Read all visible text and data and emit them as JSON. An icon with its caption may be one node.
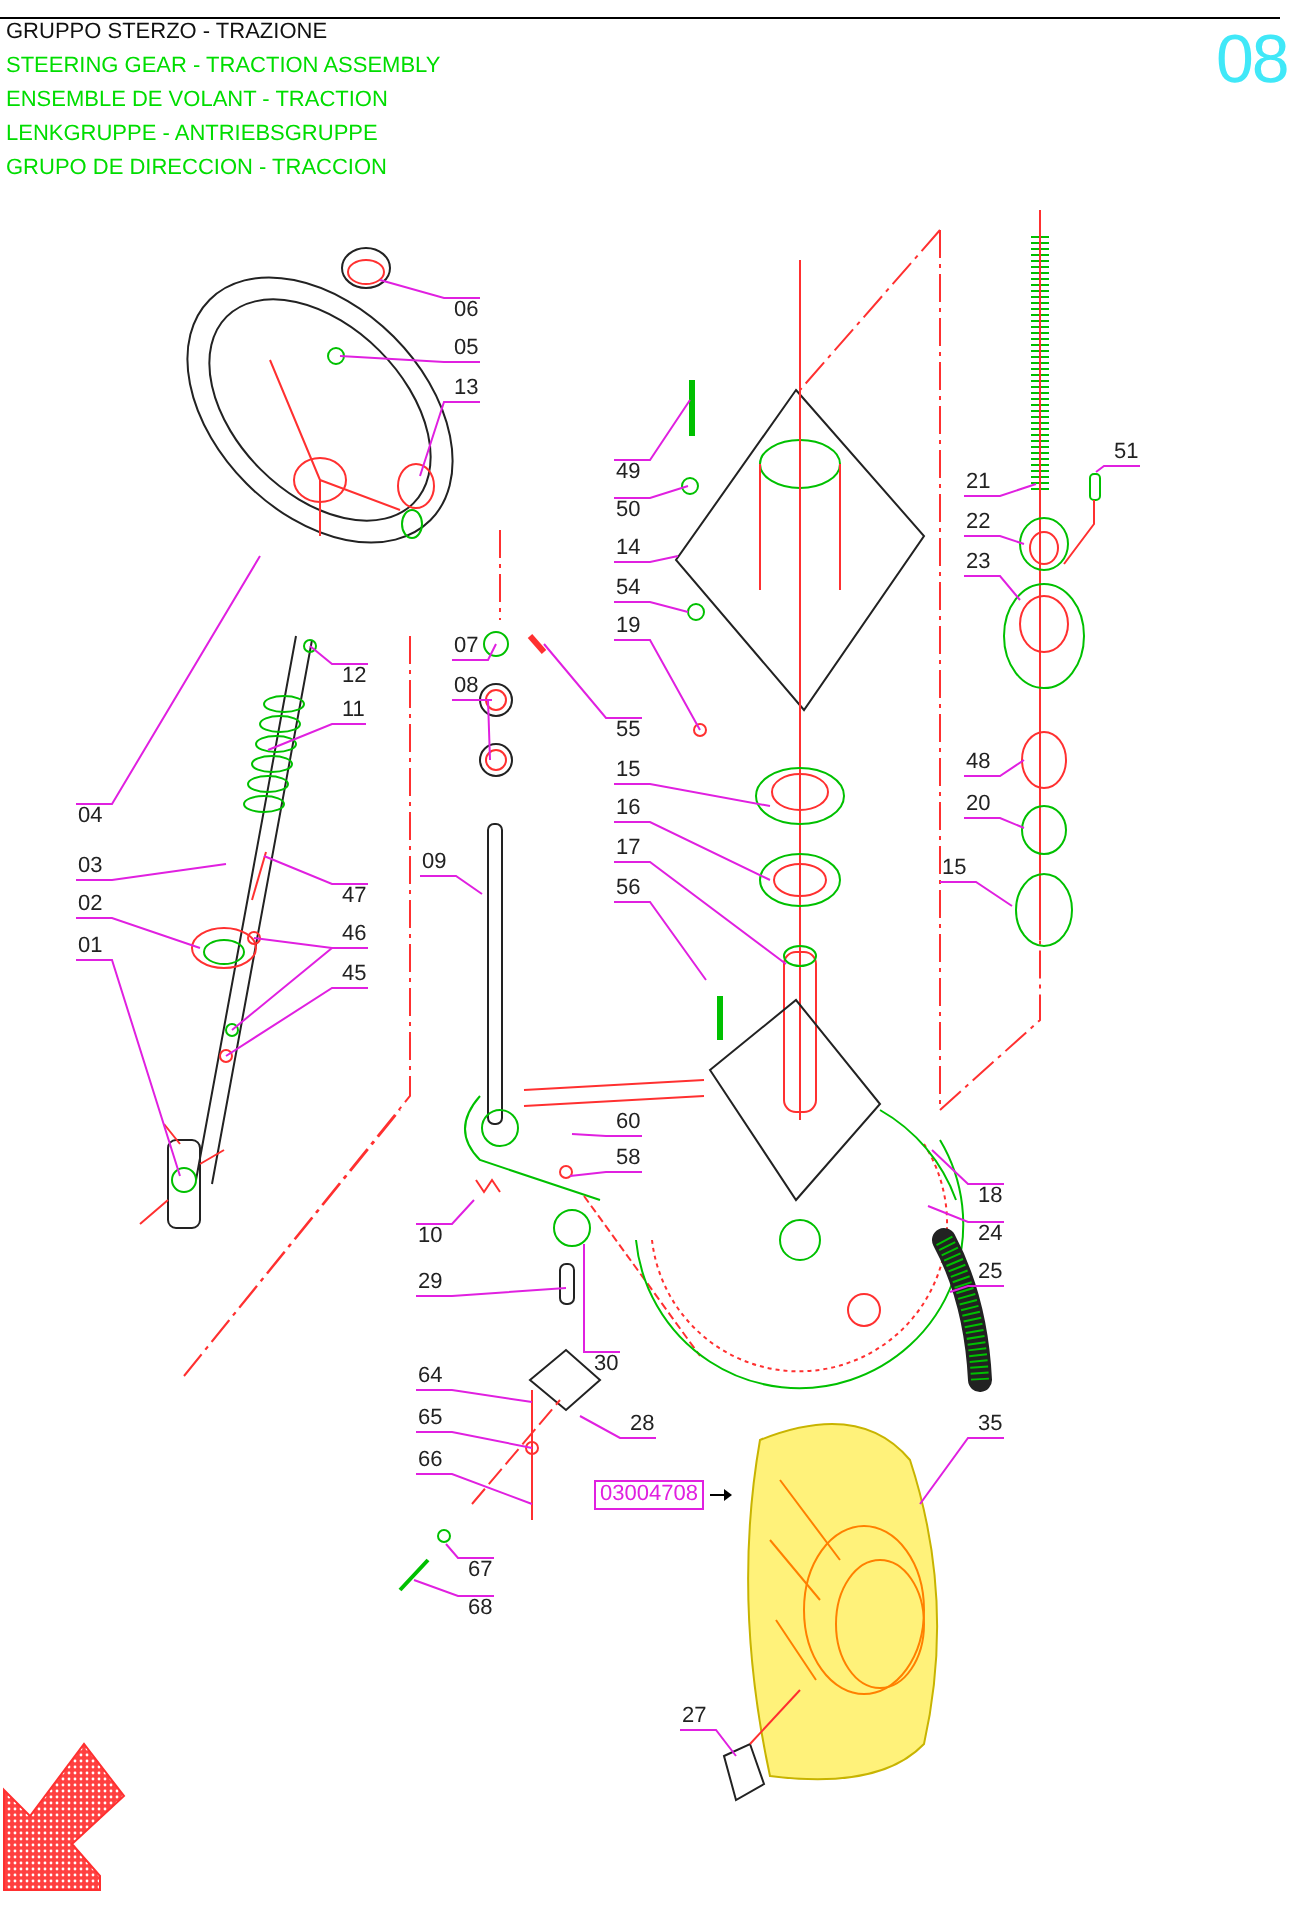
{
  "diagram": {
    "title": "GRUPPO STERZO - TRAZIONE",
    "nodes": [
      {
        "text": [
          "06"
        ]
      },
      {
        "text": [
          "05"
        ]
      },
      {
        "text": [
          "13"
        ]
      },
      {
        "text": [
          "12"
        ]
      },
      {
        "text": [
          "11"
        ]
      },
      {
        "text": [
          "04"
        ]
      },
      {
        "text": [
          "03"
        ]
      },
      {
        "text": [
          "02"
        ]
      },
      {
        "text": [
          "01"
        ]
      },
      {
        "text": [
          "47"
        ]
      },
      {
        "text": [
          "46"
        ]
      },
      {
        "text": [
          "45"
        ]
      },
      {
        "text": [
          "07"
        ]
      },
      {
        "text": [
          "08"
        ]
      },
      {
        "text": [
          "09"
        ]
      },
      {
        "text": [
          "49"
        ]
      },
      {
        "text": [
          "50"
        ]
      },
      {
        "text": [
          "14"
        ]
      },
      {
        "text": [
          "54"
        ]
      },
      {
        "text": [
          "19"
        ]
      },
      {
        "text": [
          "55"
        ]
      },
      {
        "text": [
          "15"
        ]
      },
      {
        "text": [
          "16"
        ]
      },
      {
        "text": [
          "17"
        ]
      },
      {
        "text": [
          "56"
        ]
      },
      {
        "text": [
          "60"
        ]
      },
      {
        "text": [
          "58"
        ]
      },
      {
        "text": [
          "10"
        ]
      },
      {
        "text": [
          "29"
        ]
      },
      {
        "text": [
          "64"
        ]
      },
      {
        "text": [
          "65"
        ]
      },
      {
        "text": [
          "66"
        ]
      },
      {
        "text": [
          "30"
        ]
      },
      {
        "text": [
          "28"
        ]
      },
      {
        "text": [
          "67"
        ]
      },
      {
        "text": [
          "68"
        ]
      },
      {
        "text": [
          "21"
        ]
      },
      {
        "text": [
          "51"
        ]
      },
      {
        "text": [
          "22"
        ]
      },
      {
        "text": [
          "23"
        ]
      },
      {
        "text": [
          "48"
        ]
      },
      {
        "text": [
          "20"
        ]
      },
      {
        "text": [
          "15"
        ]
      },
      {
        "text": [
          "18"
        ]
      },
      {
        "text": [
          "24"
        ]
      },
      {
        "text": [
          "25"
        ]
      },
      {
        "text": [
          "35"
        ]
      },
      {
        "text": [
          "27"
        ]
      }
    ],
    "edges": [
      {
        "from": 0,
        "to": null,
        "arrow": "none"
      },
      {
        "from": 1,
        "to": null,
        "arrow": "none"
      },
      {
        "from": 2,
        "to": null,
        "arrow": "none"
      },
      {
        "from": 3,
        "to": null,
        "arrow": "none"
      },
      {
        "from": 4,
        "to": null,
        "arrow": "none"
      },
      {
        "from": 5,
        "to": null,
        "arrow": "none"
      },
      {
        "from": 6,
        "to": null,
        "arrow": "none"
      },
      {
        "from": 7,
        "to": null,
        "arrow": "none"
      },
      {
        "from": 8,
        "to": null,
        "arrow": "none"
      },
      {
        "from": 9,
        "to": null,
        "arrow": "none"
      },
      {
        "from": 10,
        "to": null,
        "arrow": "none"
      },
      {
        "from": 10,
        "to": null,
        "arrow": "none"
      },
      {
        "from": 11,
        "to": null,
        "arrow": "none"
      },
      {
        "from": 12,
        "to": null,
        "arrow": "none"
      },
      {
        "from": 13,
        "to": null,
        "arrow": "none"
      },
      {
        "from": 13,
        "to": null,
        "arrow": "none"
      },
      {
        "from": 14,
        "to": null,
        "arrow": "none"
      },
      {
        "from": 15,
        "to": null,
        "arrow": "none"
      },
      {
        "from": 16,
        "to": null,
        "arrow": "none"
      },
      {
        "from": 17,
        "to": null,
        "arrow": "none"
      },
      {
        "from": 18,
        "to": null,
        "arrow": "none"
      },
      {
        "from": 19,
        "to": null,
        "arrow": "none"
      },
      {
        "from": 20,
        "to": null,
        "arrow": "none"
      },
      {
        "from": 21,
        "to": null,
        "arrow": "none"
      },
      {
        "from": 22,
        "to": null,
        "arrow": "none"
      },
      {
        "from": 23,
        "to": null,
        "arrow": "none"
      },
      {
        "from": 24,
        "to": null,
        "arrow": "none"
      },
      {
        "from": 25,
        "to": null,
        "arrow": "none"
      },
      {
        "from": 26,
        "to": null,
        "arrow": "none"
      },
      {
        "from": 27,
        "to": null,
        "arrow": "none"
      },
      {
        "from": 28,
        "to": null,
        "arrow": "none"
      },
      {
        "from": 29,
        "to": null,
        "arrow": "none"
      },
      {
        "from": 30,
        "to": null,
        "arrow": "none"
      },
      {
        "from": 31,
        "to": null,
        "arrow": "none"
      },
      {
        "from": 32,
        "to": null,
        "arrow": "none"
      },
      {
        "from": 33,
        "to": null,
        "arrow": "none"
      },
      {
        "from": 34,
        "to": null,
        "arrow": "none"
      },
      {
        "from": 35,
        "to": null,
        "arrow": "none"
      },
      {
        "from": 36,
        "to": null,
        "arrow": "none"
      },
      {
        "from": 37,
        "to": null,
        "arrow": "none"
      },
      {
        "from": 38,
        "to": null,
        "arrow": "none"
      },
      {
        "from": 39,
        "to": null,
        "arrow": "none"
      },
      {
        "from": 40,
        "to": null,
        "arrow": "none"
      },
      {
        "from": 41,
        "to": null,
        "arrow": "none"
      },
      {
        "from": 42,
        "to": null,
        "arrow": "none"
      },
      {
        "from": 43,
        "to": null,
        "arrow": "none"
      },
      {
        "from": 44,
        "to": null,
        "arrow": "none"
      },
      {
        "from": 45,
        "to": null,
        "arrow": "none"
      },
      {
        "from": 46,
        "to": null,
        "arrow": "none"
      },
      {
        "from": 47,
        "to": null,
        "arrow": "none"
      }
    ],
    "labels": [
      "STEERING GEAR - TRACTION ASSEMBLY",
      "ENSEMBLE DE VOLANT - TRACTION",
      "LENKGRUPPE - ANTRIEBSGRUPPE",
      "GRUPO DE DIRECCION - TRACCION",
      "08",
      "03004708"
    ]
  }
}
